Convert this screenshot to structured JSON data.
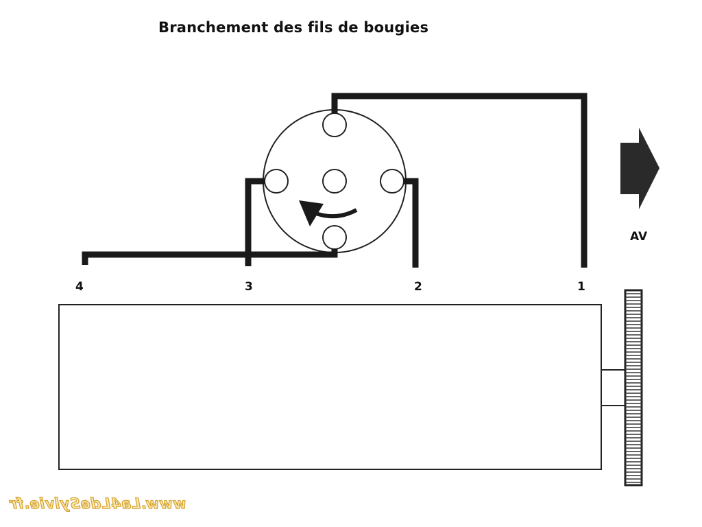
{
  "title": "Branchement des fils de bougies",
  "direction": {
    "label": "AV",
    "icon": "arrow-right-icon"
  },
  "cylinders": [
    {
      "number": "4"
    },
    {
      "number": "3"
    },
    {
      "number": "2"
    },
    {
      "number": "1"
    }
  ],
  "distributor": {
    "rotation_icon": "counterclockwise-arrow-icon"
  },
  "watermark": "www.La4LdeSylvie.fr",
  "colors": {
    "line": "#1a1a1a",
    "watermark_fill": "#f7e8b0",
    "watermark_stroke": "#d7a028"
  }
}
